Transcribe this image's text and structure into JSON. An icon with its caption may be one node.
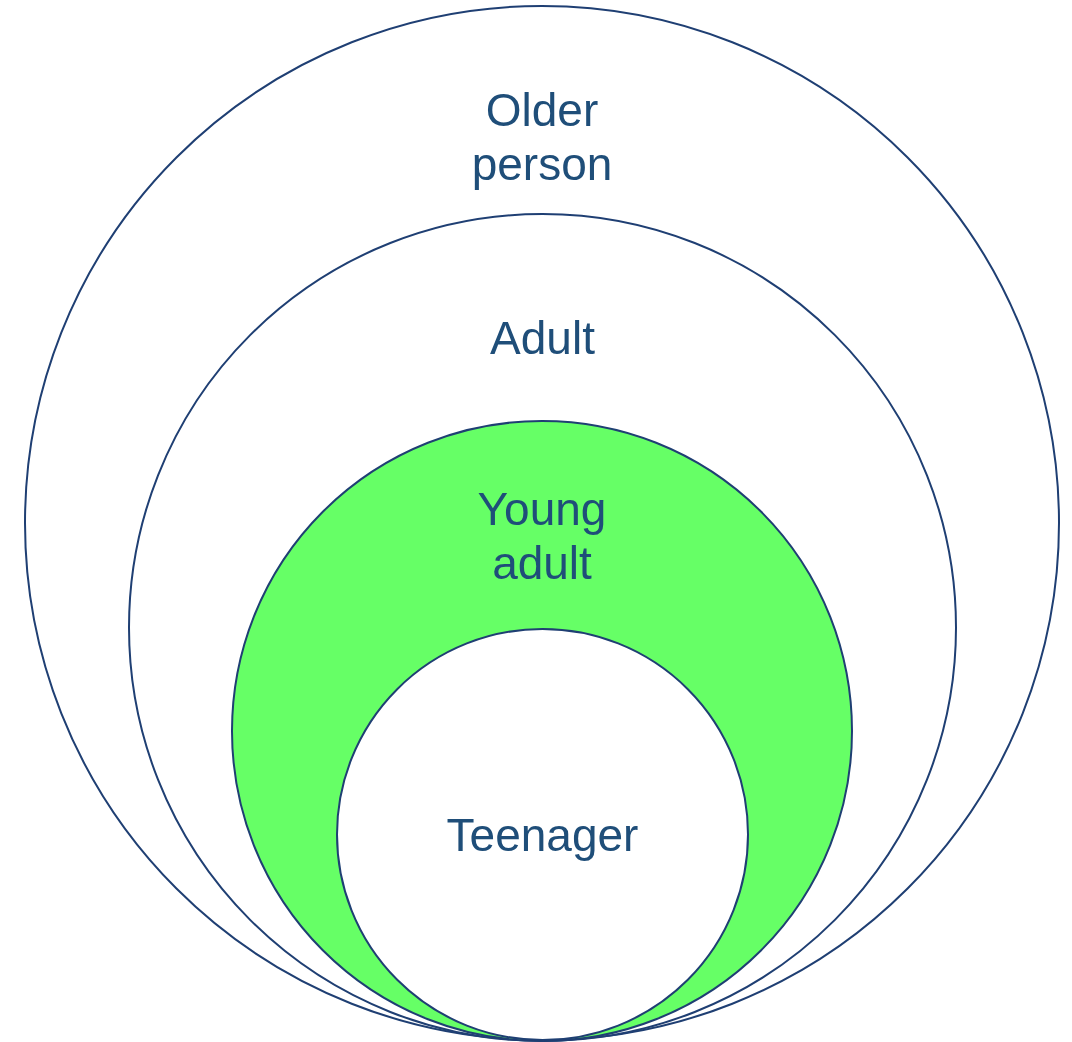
{
  "diagram": {
    "nodes": [
      {
        "text": [
          "Older person"
        ]
      },
      {
        "text": [
          "Adult"
        ],
        "in": 0
      },
      {
        "text": [
          "Young adult"
        ],
        "in": 1
      },
      {
        "text": [
          "Teenager"
        ],
        "in": 2
      }
    ]
  }
}
